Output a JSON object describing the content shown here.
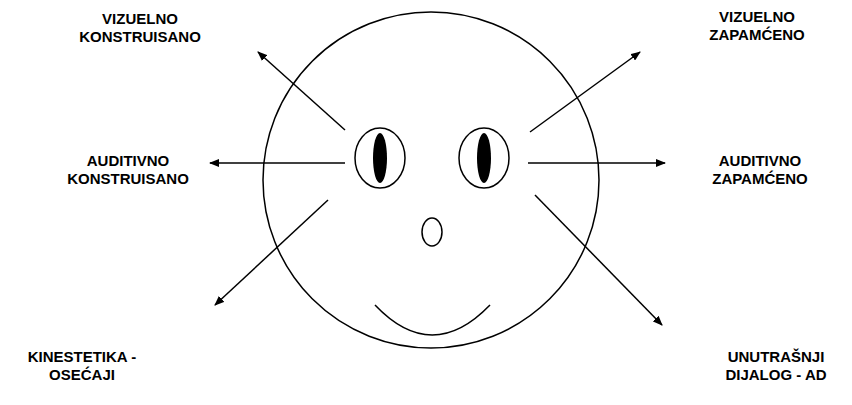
{
  "diagram": {
    "labels": [
      "VIZUELNO KONSTRUISANO",
      "VIZUELNO ZAPAMĆENO",
      "AUDITIVNO KONSTRUISANO",
      "AUDITIVNO ZAPAMĆENO",
      "KINESTETIKA - OSEĆAJI",
      "UNUTRAŠNJI DIJALOG - AD"
    ]
  }
}
